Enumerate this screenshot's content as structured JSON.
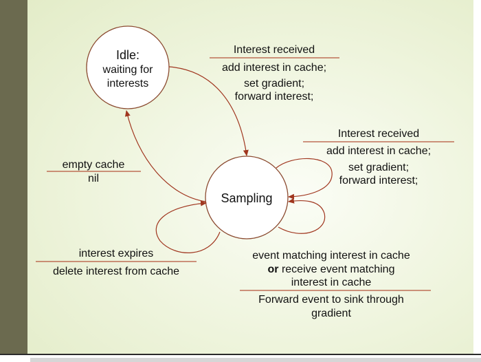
{
  "colors": {
    "edge": "#a0361f",
    "node_stroke": "#8b4a30",
    "separator": "#b5533b",
    "text": "#111111"
  },
  "states": {
    "idle": {
      "lines": [
        "Idle:",
        "waiting for",
        "interests"
      ]
    },
    "sampling": {
      "label": "Sampling"
    }
  },
  "transitions": {
    "idle_to_sampling": {
      "event": "Interest received",
      "actions": [
        "add interest in cache;",
        "set gradient;",
        "forward interest;"
      ]
    },
    "sampling_self_interest": {
      "event": "Interest received",
      "actions": [
        "add interest in cache;",
        "set gradient;",
        "forward interest;"
      ]
    },
    "sampling_to_idle": {
      "event": "empty cache",
      "action": "nil"
    },
    "sampling_self_expire": {
      "event": "interest expires",
      "action": "delete interest from cache"
    },
    "sampling_self_event": {
      "event_line1": "event matching interest in cache",
      "event_line2_bold": "or",
      "event_line2_rest": " receive event matching",
      "event_line3": "interest in cache",
      "actions": [
        "Forward event to sink through",
        "gradient"
      ]
    }
  }
}
